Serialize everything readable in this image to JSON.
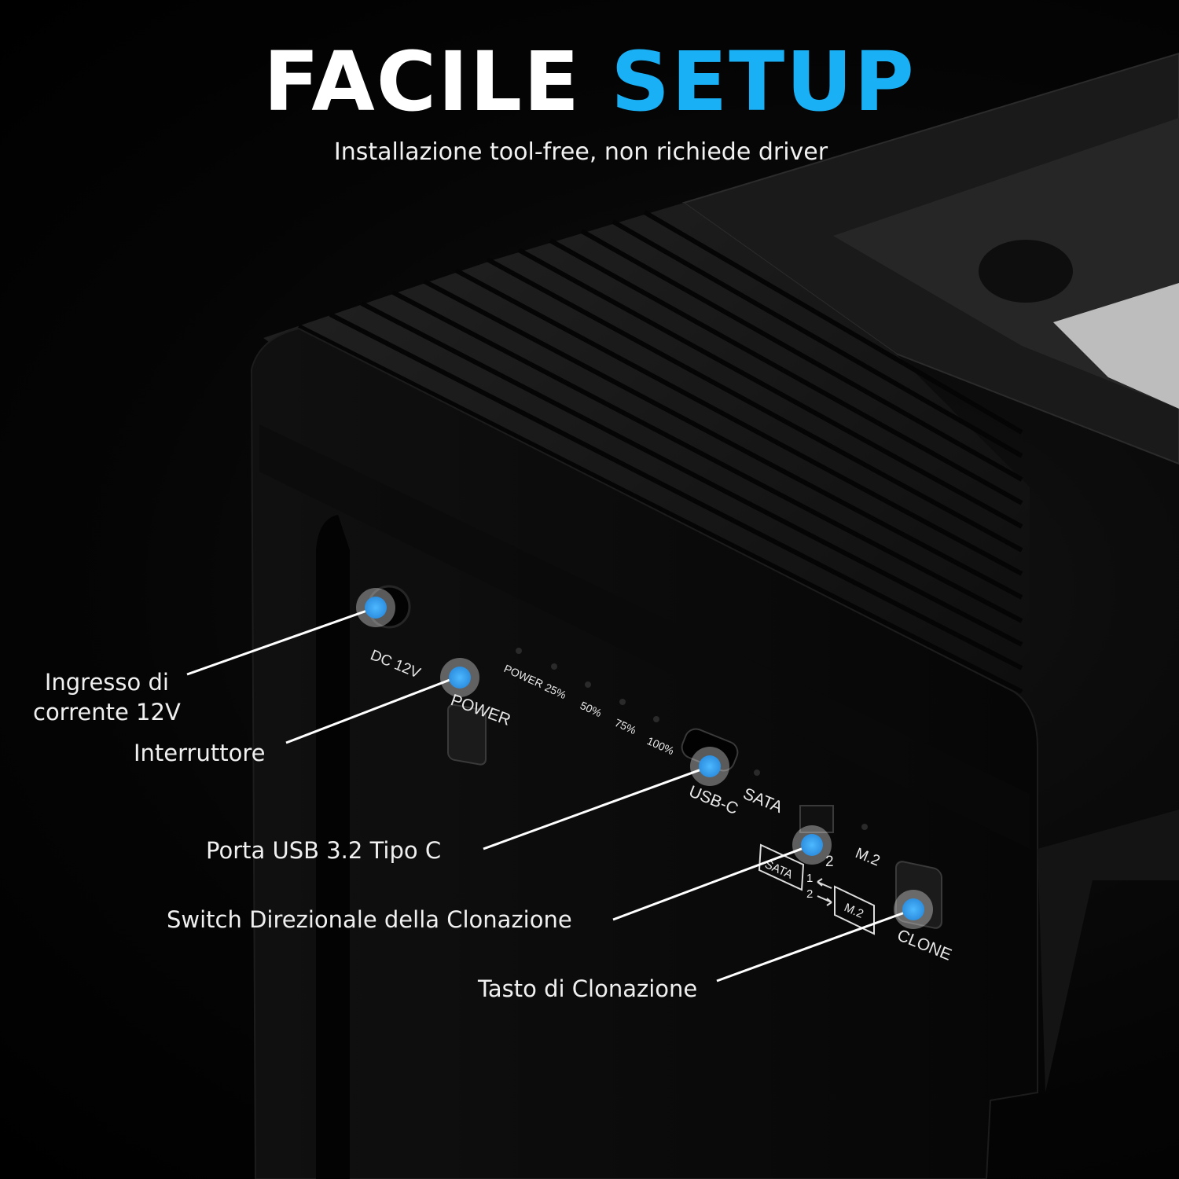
{
  "title": {
    "main": "FACILE",
    "accent": "SETUP"
  },
  "subtitle": "Installazione tool-free, non richiede driver",
  "callouts": {
    "power_input_line1": "Ingresso di",
    "power_input_line2": "corrente 12V",
    "power_switch": "Interruttore",
    "usb_port": "Porta USB 3.2 Tipo C",
    "clone_direction_switch": "Switch Direzionale  della Clonazione",
    "clone_button": "Tasto di Clonazione"
  },
  "panel_labels": {
    "dc": "DC 12V",
    "power_button": "POWER",
    "led_power": "POWER",
    "led_25": "25%",
    "led_50": "50%",
    "led_75": "75%",
    "led_100": "100%",
    "usb_c": "USB-C",
    "sata_led": "SATA",
    "m2_led": "M.2",
    "switch_pos2": "2",
    "sata_box": "SATA",
    "m2_box": "M.2",
    "dir_1": "1",
    "dir_2": "2",
    "clone_button": "CLONE"
  },
  "colors": {
    "accent": "#1ab0f5",
    "marker": "#3aa8f0",
    "body": "#0d0d0d"
  }
}
